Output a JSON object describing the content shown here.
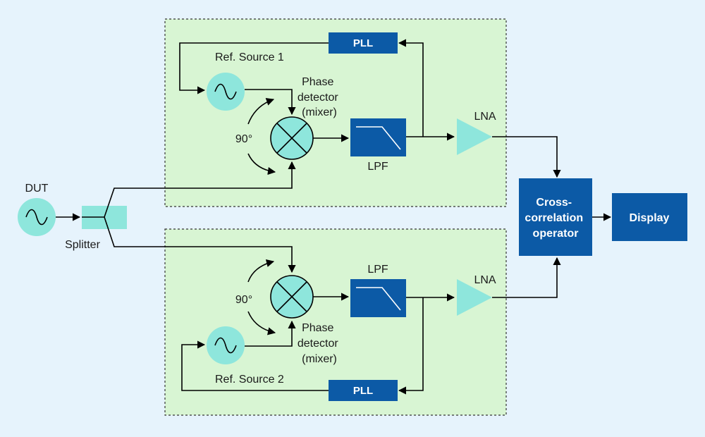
{
  "colors": {
    "background": "#e6f3fc",
    "channel_fill": "#d8f5d3",
    "block_blue": "#0c5aa6",
    "cyan_component": "#8ee6dc",
    "wire": "#000000"
  },
  "icons": [
    "sine-wave-icon",
    "mixer-x-icon",
    "lowpass-response-icon",
    "amplifier-triangle-icon",
    "arrowhead-icon"
  ],
  "input": {
    "dut_label": "DUT",
    "splitter_label": "Splitter"
  },
  "channel_1": {
    "ref_source_label": "Ref. Source 1",
    "pll_label": "PLL",
    "phase_detector_line1": "Phase",
    "phase_detector_line2": "detector",
    "phase_detector_line3": "(mixer)",
    "phase_label": "90°",
    "lpf_label": "LPF",
    "lna_label": "LNA"
  },
  "channel_2": {
    "ref_source_label": "Ref. Source 2",
    "pll_label": "PLL",
    "phase_detector_line1": "Phase",
    "phase_detector_line2": "detector",
    "phase_detector_line3": "(mixer)",
    "phase_label": "90°",
    "lpf_label": "LPF",
    "lna_label": "LNA"
  },
  "output": {
    "cross_corr_line1": "Cross-",
    "cross_corr_line2": "correlation",
    "cross_corr_line3": "operator",
    "display_label": "Display"
  }
}
